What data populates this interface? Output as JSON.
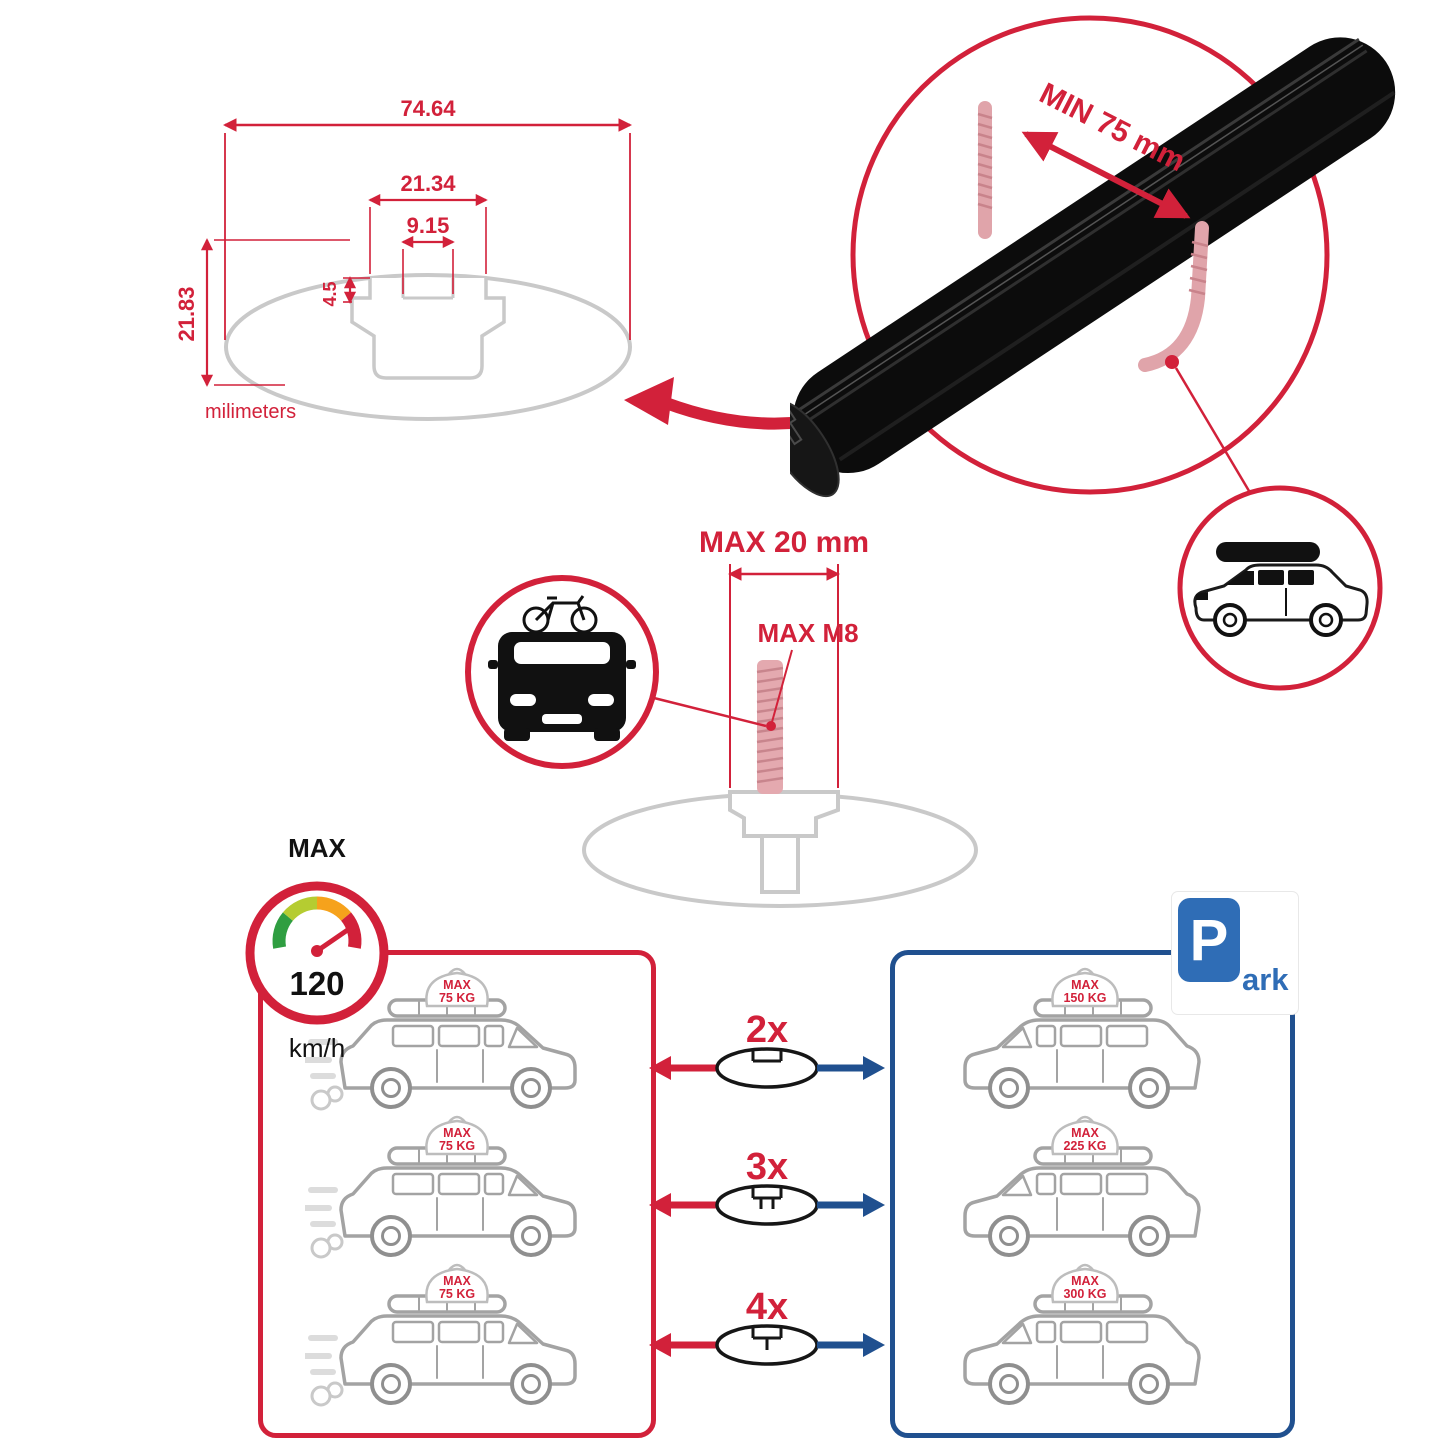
{
  "colors": {
    "accent_red": "#d2213a",
    "panel_blue": "#20508f",
    "park_blue": "#2f6db6",
    "drawing_gray": "#c9c9c9",
    "bar_black": "#0c0c0c",
    "thread_pink": "#e0a4aa"
  },
  "tech_drawing": {
    "dim_total_width": "74.64",
    "dim_channel_width": "21.34",
    "dim_slot_width": "9.15",
    "dim_lip_depth": "4.5",
    "dim_height": "21.83",
    "unit_label": "milimeters"
  },
  "bar_detail": {
    "min_clamp_label": "MIN 75 mm"
  },
  "bolt_detail": {
    "max_width_label": "MAX 20 mm",
    "max_thread_label": "MAX M8"
  },
  "speedometer": {
    "title": "MAX",
    "value": "120",
    "unit": "km/h"
  },
  "park_sign": {
    "letter": "P",
    "suffix": "ark"
  },
  "left_panel": {
    "cars": [
      {
        "badge_line1": "MAX",
        "badge_line2": "75 KG"
      },
      {
        "badge_line1": "MAX",
        "badge_line2": "75 KG"
      },
      {
        "badge_line1": "MAX",
        "badge_line2": "75 KG"
      }
    ]
  },
  "right_panel": {
    "cars": [
      {
        "badge_line1": "MAX",
        "badge_line2": "150 KG"
      },
      {
        "badge_line1": "MAX",
        "badge_line2": "225 KG"
      },
      {
        "badge_line1": "MAX",
        "badge_line2": "300 KG"
      }
    ]
  },
  "crossbar_counts": [
    {
      "label": "2x"
    },
    {
      "label": "3x"
    },
    {
      "label": "4x"
    }
  ]
}
